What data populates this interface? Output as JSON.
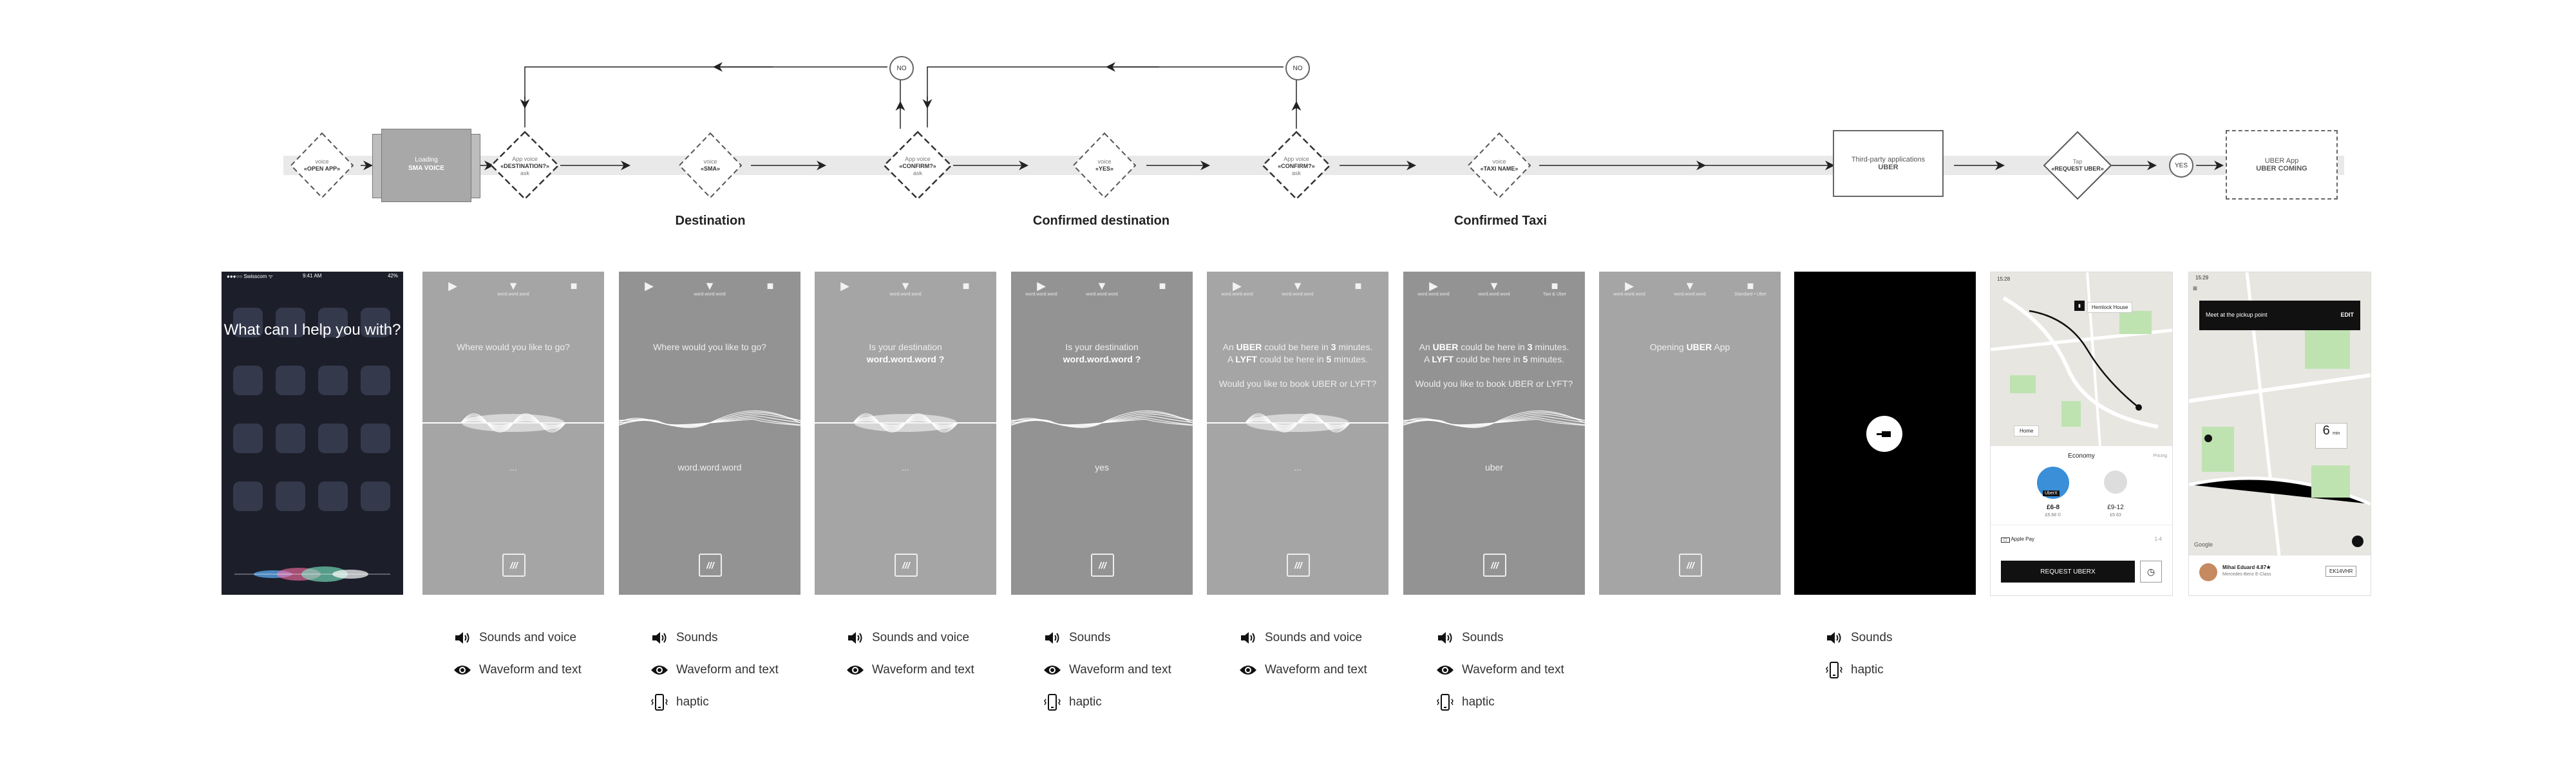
{
  "flow": {
    "nodes": [
      {
        "top": "voice",
        "main": "«OPEN APP»"
      },
      {
        "top": "Loading",
        "main": "SMA VOICE"
      },
      {
        "top": "App voice",
        "main": "«DESTINATION?»",
        "sub": "ask"
      },
      {
        "top": "voice",
        "main": "«SMA»"
      },
      {
        "top": "App voice",
        "main": "«CONFIRM?»",
        "sub": "ask"
      },
      {
        "top": "voice",
        "main": "«YES»"
      },
      {
        "top": "App voice",
        "main": "«CONFIRM?»",
        "sub": "ask"
      },
      {
        "top": "voice",
        "main": "«TAXI NAME»"
      },
      {
        "top": "Third-party applications",
        "main": "UBER"
      },
      {
        "top": "Tap",
        "main": "«REQUEST UBER»"
      },
      {
        "top": "UBER App",
        "main": "UBER COMING"
      }
    ],
    "no_label": "NO",
    "yes_label": "YES",
    "sections": [
      "Destination",
      "Confirmed destination",
      "Confirmed Taxi"
    ]
  },
  "siri": {
    "status": "●●●○○ Swisscom  ᯤ",
    "time": "9:41 AM",
    "battery": "42%",
    "question": "What can I help you with?"
  },
  "screens": [
    {
      "tb": [
        "",
        "word.word.word",
        ""
      ],
      "prompt": "Where would you like to go?",
      "reply": "..."
    },
    {
      "tb": [
        "",
        "word.word.word",
        ""
      ],
      "prompt": "Where would you like to go?",
      "reply": "word.word.word"
    },
    {
      "tb": [
        "",
        "word.word.word",
        ""
      ],
      "prompt_html": "Is your destination<br><b>word.word.word ?</b>",
      "reply": "..."
    },
    {
      "tb": [
        "word.word.word",
        "word.word.word",
        ""
      ],
      "prompt_html": "Is your destination<br><b>word.word.word ?</b>",
      "reply": "yes"
    },
    {
      "tb": [
        "word.word.word",
        "word.word.word",
        ""
      ],
      "prompt_html": "An <b>UBER</b> could be here in <b>3</b> minutes.<br>A <b>LYFT</b> could be here in <b>5</b> minutes.<br><br>Would you like to book UBER or LYFT?",
      "reply": "..."
    },
    {
      "tb": [
        "word.word.word",
        "word.word.word",
        "Taxi & Uber"
      ],
      "prompt_html": "An <b>UBER</b> could be here in <b>3</b> minutes.<br>A <b>LYFT</b> could be here in <b>5</b> minutes.<br><br>Would you like to book UBER or LYFT?",
      "reply": "uber"
    },
    {
      "tb": [
        "word.word.word",
        "word.word.word",
        "Standard • Uber"
      ],
      "prompt_html": "Opening <b>UBER</b> App",
      "reply": ""
    }
  ],
  "uber_request": {
    "time": "15:28",
    "pin_label": "Hemlock House",
    "home_label": "Home",
    "tab": "Economy",
    "help": "Pricing",
    "cars": [
      {
        "name": "UberX",
        "price": "£6-8",
        "eta": "£5.68 ©"
      },
      {
        "name": "",
        "price": "£9-12",
        "eta": "£5.63"
      }
    ],
    "payment": "Apple Pay",
    "seats": "1-4",
    "button": "REQUEST UBERX"
  },
  "uber_pickup": {
    "time": "15:29",
    "banner": "Meet at the pickup point",
    "edit": "EDIT",
    "eta_num": "6",
    "eta_unit": "min",
    "driver_name": "Mihai Eduard 4.87★",
    "car": "Mercedes-Benz E-Class",
    "plate": "EK14VHR",
    "google": "Google"
  },
  "legend": [
    [
      {
        "icon": "speaker-icon",
        "text": "Sounds and voice"
      },
      {
        "icon": "eye-icon",
        "text": "Waveform and text"
      }
    ],
    [
      {
        "icon": "speaker-icon",
        "text": "Sounds"
      },
      {
        "icon": "eye-icon",
        "text": "Waveform and text"
      },
      {
        "icon": "haptic-icon",
        "text": "haptic"
      }
    ],
    [
      {
        "icon": "speaker-icon",
        "text": "Sounds and voice"
      },
      {
        "icon": "eye-icon",
        "text": "Waveform and text"
      }
    ],
    [
      {
        "icon": "speaker-icon",
        "text": "Sounds"
      },
      {
        "icon": "eye-icon",
        "text": "Waveform and text"
      },
      {
        "icon": "haptic-icon",
        "text": "haptic"
      }
    ],
    [
      {
        "icon": "speaker-icon",
        "text": "Sounds and voice"
      },
      {
        "icon": "eye-icon",
        "text": "Waveform and text"
      }
    ],
    [
      {
        "icon": "speaker-icon",
        "text": "Sounds"
      },
      {
        "icon": "eye-icon",
        "text": "Waveform and text"
      },
      {
        "icon": "haptic-icon",
        "text": "haptic"
      }
    ],
    [
      {
        "icon": "speaker-icon",
        "text": "Sounds"
      },
      {
        "icon": "haptic-icon",
        "text": "haptic"
      }
    ]
  ]
}
